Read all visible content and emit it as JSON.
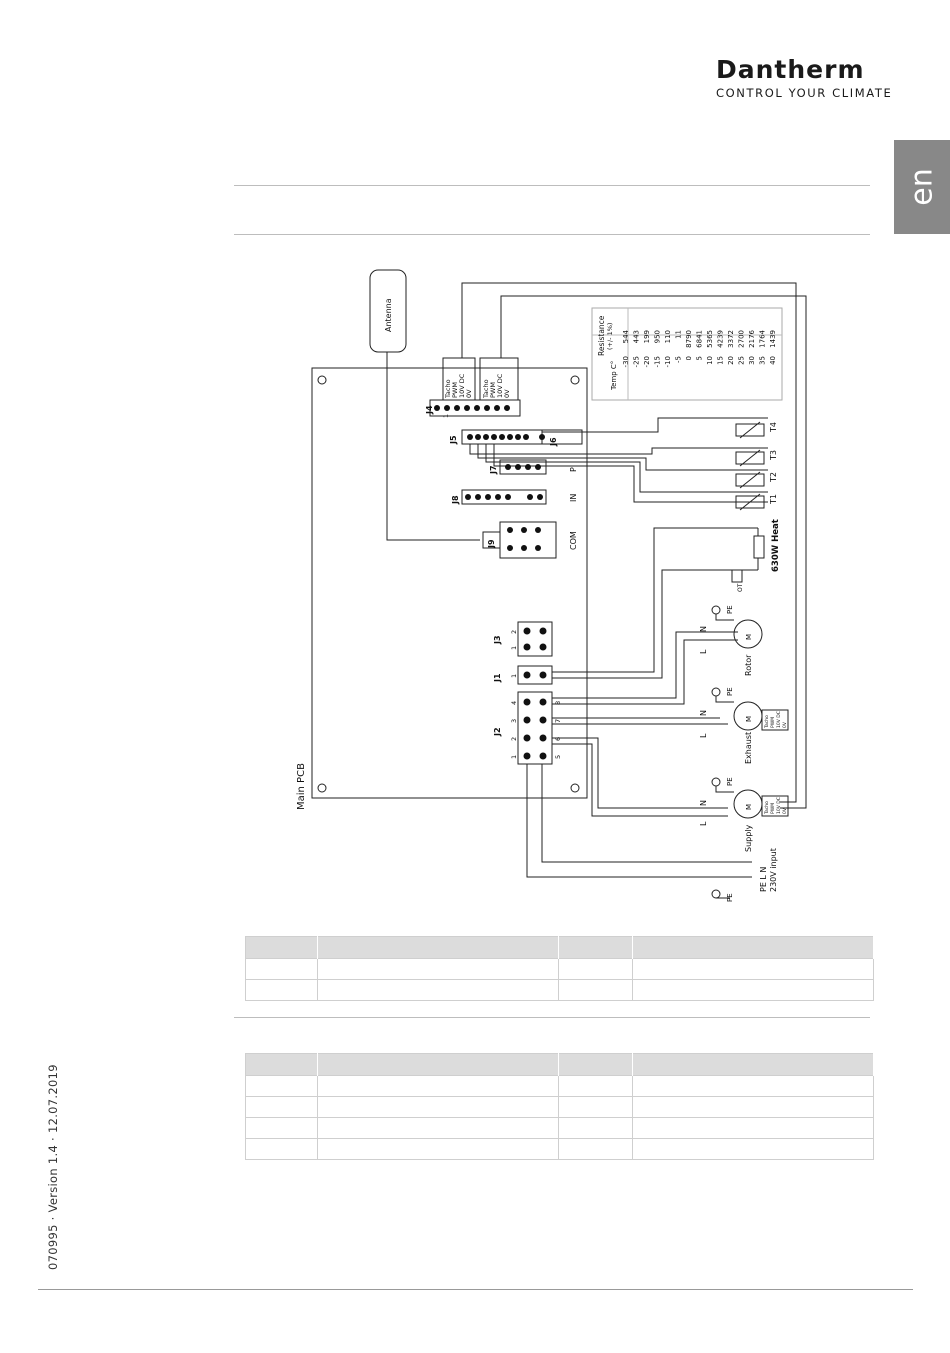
{
  "brand": {
    "name": "Dantherm",
    "tagline": "CONTROL YOUR CLIMATE"
  },
  "language_tab": "en",
  "footer_meta": "070995 · Version 1.4 · 12.07.2019",
  "diagram": {
    "antenna": "Antenna",
    "main_pcb": "Main PCB",
    "connectors": {
      "j4": "J4",
      "j5": "J5",
      "j6": "J6",
      "j7": "J7",
      "j8": "J8",
      "j9": "J9",
      "j1": "J1",
      "j2": "J2",
      "j3": "J3"
    },
    "j4_pins": [
      "Tacho",
      "PWM",
      "10V DC",
      "0V",
      "Tacho",
      "PWM",
      "10V DC",
      "0V"
    ],
    "side_labels": {
      "p": "P",
      "in": "IN",
      "com": "COM"
    },
    "pin_numbers": [
      "1",
      "2",
      "3",
      "4",
      "5",
      "6",
      "7",
      "8"
    ],
    "sensors": [
      "T4",
      "T3",
      "T2",
      "T1"
    ],
    "heater": "630W Heat",
    "thermostat": "OT",
    "motors": {
      "rotor": "Rotor",
      "exhaust": "Exhaust",
      "supply": "Supply",
      "m": "M"
    },
    "terminals": {
      "pe": "PE",
      "n": "N",
      "l": "L"
    },
    "mini_pins": [
      "Tacho",
      "PWM",
      "10V DC",
      "0V"
    ],
    "input_label": "230V input",
    "input_terminals": "PE  L  N",
    "resistance_table": {
      "header_resistance": "Resistance",
      "header_tolerance": "(+/- 1%)",
      "header_temp": "Temp C°",
      "rows": [
        [
          "-30",
          "544"
        ],
        [
          "-25",
          "443"
        ],
        [
          "-20",
          "199"
        ],
        [
          "-15",
          "950"
        ],
        [
          "-10",
          "110"
        ],
        [
          "-5",
          "11"
        ],
        [
          "0",
          "8790"
        ],
        [
          "5",
          "6841"
        ],
        [
          "10",
          "5365"
        ],
        [
          "15",
          "4239"
        ],
        [
          "20",
          "3372"
        ],
        [
          "25",
          "2700"
        ],
        [
          "30",
          "2176"
        ],
        [
          "35",
          "1764"
        ],
        [
          "40",
          "1439"
        ]
      ]
    }
  },
  "tables": [
    {
      "columns": 4,
      "rows": 2
    },
    {
      "columns": 4,
      "rows": 4
    }
  ],
  "colors": {
    "tab_bg": "#888888",
    "table_header": "#dcdcdc",
    "rule": "#bdbdbd"
  }
}
